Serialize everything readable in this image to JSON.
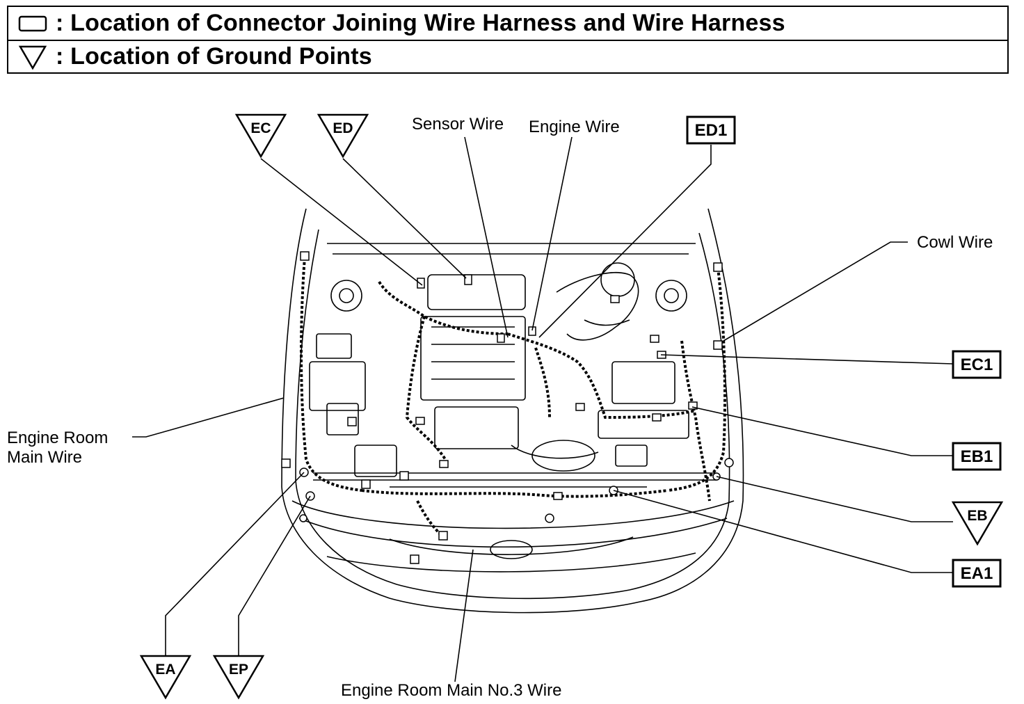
{
  "legend": {
    "connector_text": ": Location of Connector Joining Wire Harness and Wire Harness",
    "ground_text": ": Location of Ground Points"
  },
  "labels": {
    "sensor_wire": "Sensor Wire",
    "engine_wire": "Engine Wire",
    "cowl_wire": "Cowl Wire",
    "engine_room_main_wire_1": "Engine Room",
    "engine_room_main_wire_2": "Main Wire",
    "engine_room_main_no3_wire": "Engine Room Main No.3 Wire"
  },
  "connectors": {
    "ed1": "ED1",
    "ec1": "EC1",
    "eb1": "EB1",
    "ea1": "EA1"
  },
  "grounds": {
    "ec": "EC",
    "ed": "ED",
    "eb": "EB",
    "ea": "EA",
    "ep": "EP"
  }
}
